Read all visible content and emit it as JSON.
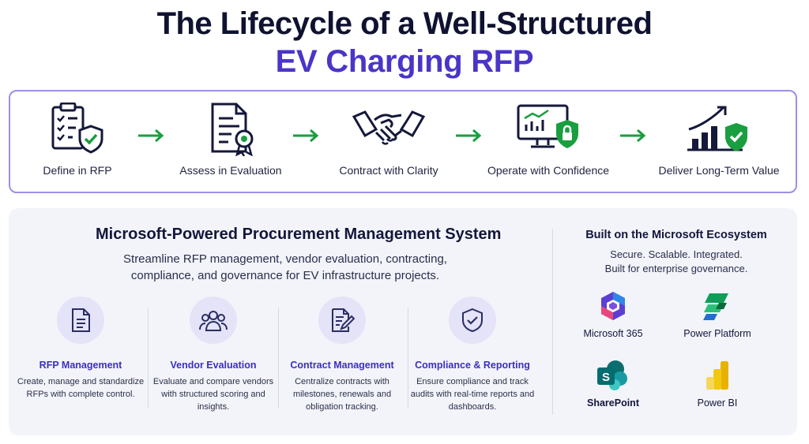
{
  "title": {
    "line1": "The Lifecycle of a Well-Structured",
    "line2": "EV Charging RFP"
  },
  "lifecycle": {
    "stages": [
      {
        "label": "Define in RFP",
        "icon": "clipboard-checklist-shield-icon"
      },
      {
        "label": "Assess in Evaluation",
        "icon": "document-award-ribbon-icon"
      },
      {
        "label": "Contract with Clarity",
        "icon": "handshake-icon"
      },
      {
        "label": "Operate with Confidence",
        "icon": "monitor-chart-lock-icon"
      },
      {
        "label": "Deliver Long-Term Value",
        "icon": "growth-chart-shield-icon"
      }
    ],
    "arrow_color": "#1a9e3f"
  },
  "system": {
    "title": "Microsoft-Powered Procurement Management System",
    "description": "Streamline RFP management, vendor evaluation, contracting, compliance, and governance for EV infrastructure projects.",
    "features": [
      {
        "title": "RFP Management",
        "description": "Create, manage and standardize RFPs with complete control.",
        "icon": "document-icon"
      },
      {
        "title": "Vendor Evaluation",
        "description": "Evaluate and compare vendors with structured scoring and insights.",
        "icon": "users-group-icon"
      },
      {
        "title": "Contract Management",
        "description": "Centralize contracts with milestones, renewals and obligation tracking.",
        "icon": "contract-pen-icon"
      },
      {
        "title": "Compliance & Reporting",
        "description": "Ensure compliance and track audits with real-time reports and dashboards.",
        "icon": "shield-check-icon"
      }
    ]
  },
  "ecosystem": {
    "title": "Built on the Microsoft Ecosystem",
    "subtitle_line1": "Secure. Scalable. Integrated.",
    "subtitle_line2": "Built for enterprise governance.",
    "products": [
      {
        "label": "Microsoft 365",
        "icon": "microsoft-365-logo-icon"
      },
      {
        "label": "Power Platform",
        "icon": "power-platform-logo-icon"
      },
      {
        "label": "SharePoint",
        "icon": "sharepoint-logo-icon"
      },
      {
        "label": "Power BI",
        "icon": "power-bi-logo-icon"
      }
    ]
  },
  "colors": {
    "navy": "#0f1230",
    "accent_purple": "#4a35c8",
    "green": "#1a9e3f",
    "border": "#9c8fe6"
  }
}
